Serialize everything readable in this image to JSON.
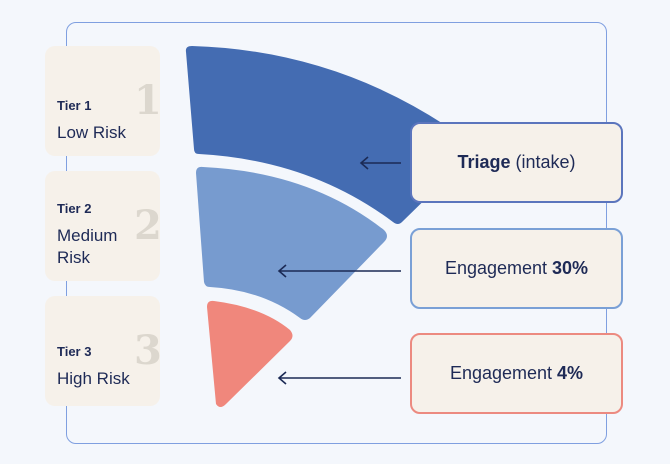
{
  "tiers": [
    {
      "number": "1",
      "tier": "Tier 1",
      "risk": "Low Risk"
    },
    {
      "number": "2",
      "tier": "Tier 2",
      "risk": "Medium Risk"
    },
    {
      "number": "3",
      "tier": "Tier 3",
      "risk": "High Risk"
    }
  ],
  "stages": [
    {
      "bold": "Triage",
      "rest": " (intake)",
      "color": "#446cb2",
      "border": "#5b75bd"
    },
    {
      "rest": "Engagement ",
      "bold": "30%",
      "color": "#779bcf",
      "border": "#7aa0d6"
    },
    {
      "rest": "Engagement ",
      "bold": "4%",
      "color": "#f0877c",
      "border": "#ec8a80"
    }
  ]
}
